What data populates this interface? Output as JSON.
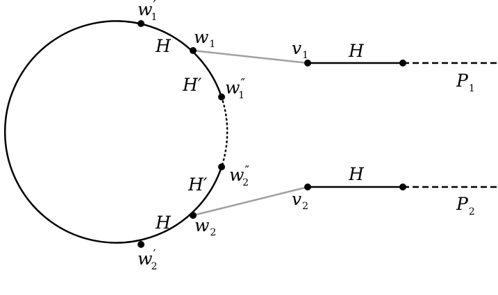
{
  "labels": {
    "w1p": {
      "base": "w",
      "sub": "1",
      "prime": "′"
    },
    "w1": {
      "base": "w",
      "sub": "1"
    },
    "w1pp": {
      "base": "w",
      "sub": "1",
      "prime": "″"
    },
    "w2p": {
      "base": "w",
      "sub": "2",
      "prime": "′"
    },
    "w2": {
      "base": "w",
      "sub": "2"
    },
    "w2pp": {
      "base": "w",
      "sub": "2",
      "prime": "″"
    },
    "v1": {
      "base": "v",
      "sub": "1"
    },
    "v2": {
      "base": "v",
      "sub": "2"
    },
    "P1": {
      "base": "P",
      "sub": "1"
    },
    "P2": {
      "base": "P",
      "sub": "2"
    },
    "H_top": "H",
    "Hp_top": "H′",
    "Hp_bottom": "H′",
    "H_bottom": "H",
    "H_path1": "H",
    "H_path2": "H"
  },
  "colors": {
    "line": "#000000",
    "connector": "#a0a0a0"
  }
}
